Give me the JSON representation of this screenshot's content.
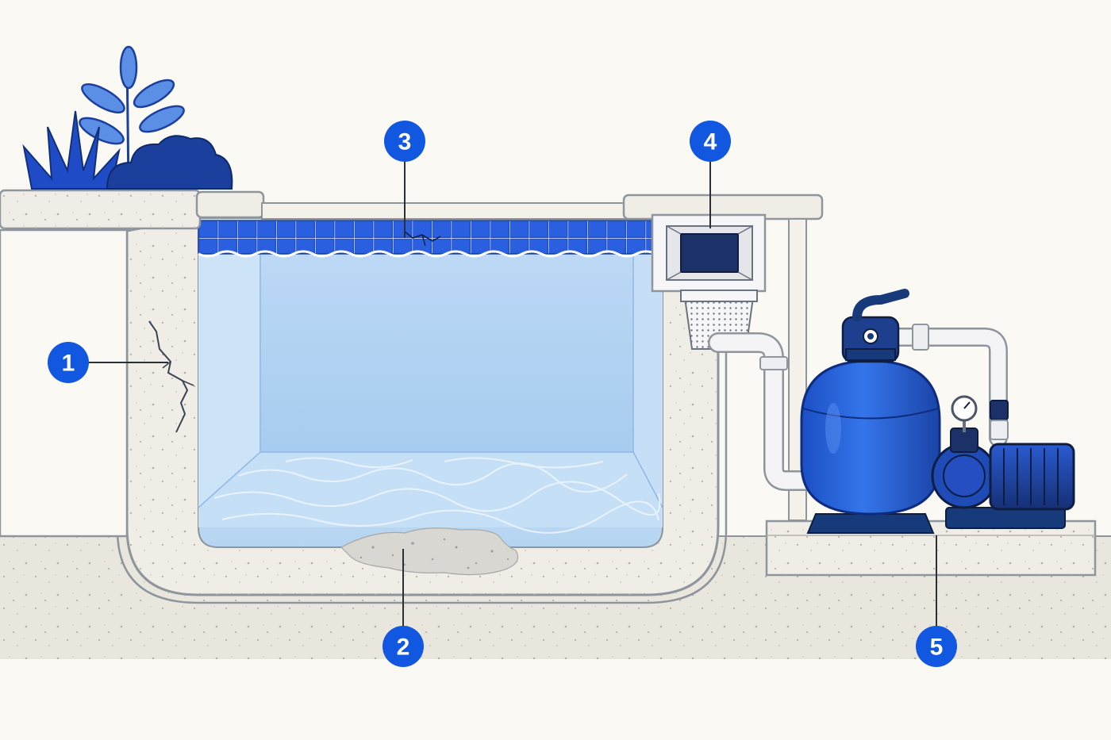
{
  "colors": {
    "background": "#fbf9f3",
    "concrete": "#efede6",
    "concrete_dark": "#e3e0d8",
    "outline": "#8f959c",
    "water_light": "#cfe4f7",
    "water_mid": "#a9cdf0",
    "water_floor": "#bcd9f3",
    "tile": "#1f4fd0",
    "navy": "#173a7a",
    "pump_blue": "#2461d6",
    "badge": "#1257e0",
    "pipe": "#f4f4f6",
    "plant_light": "#5b8fe6",
    "plant_dark": "#1a3f9c"
  },
  "icons": {
    "plants": "plant-cluster-icon",
    "filter": "sand-filter-icon",
    "pump": "pool-pump-icon",
    "gauge": "pressure-gauge-icon",
    "skimmer": "skimmer-basket-icon"
  },
  "callouts": [
    {
      "label": "1"
    },
    {
      "label": "2"
    },
    {
      "label": "3"
    },
    {
      "label": "4"
    },
    {
      "label": "5"
    }
  ]
}
